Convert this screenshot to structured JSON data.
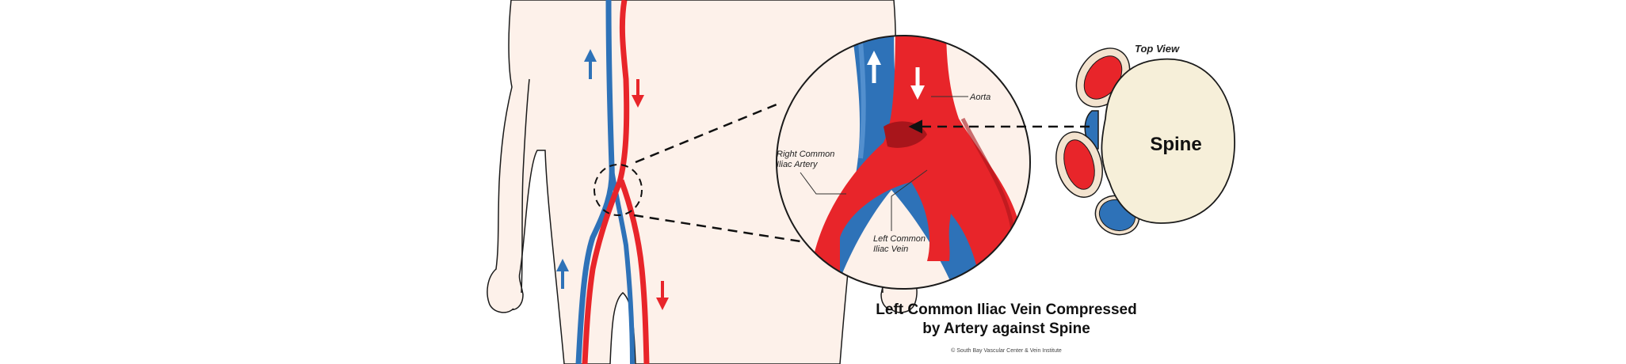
{
  "labels": {
    "top_view": "Top View",
    "spine": "Spine",
    "aorta": "Aorta",
    "right_common_iliac_artery": [
      "Right Common",
      "Iliac Artery"
    ],
    "left_common_iliac_vein": [
      "Left Common",
      "Iliac Vein"
    ]
  },
  "caption": {
    "line1": "Left Common Iliac Vein Compressed",
    "line2": "by Artery against Spine"
  },
  "copyright": "© South Bay Vascular Center & Vein Institute",
  "colors": {
    "skin": "#fdf1ea",
    "artery": "#e8252a",
    "artery_dark": "#a8151b",
    "vein": "#2e72b8",
    "vein_light": "#5b96d3",
    "spine_fill": "#f6efd9",
    "outline": "#1b1b1b"
  }
}
